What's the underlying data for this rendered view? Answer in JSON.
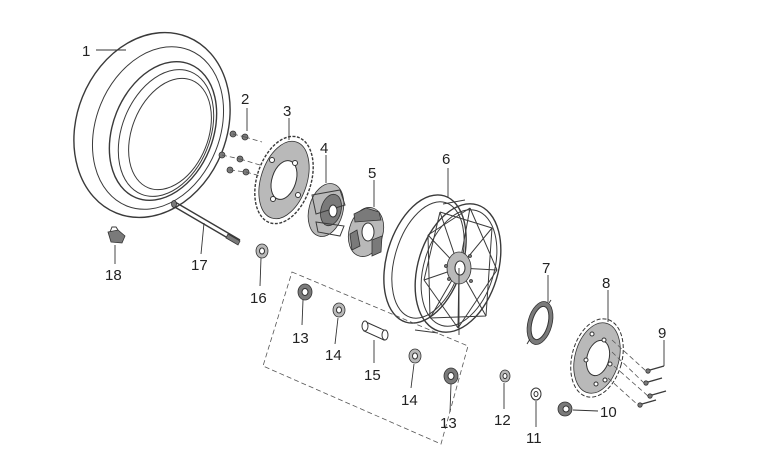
{
  "diagram": {
    "callouts": [
      {
        "id": "1",
        "text": "1"
      },
      {
        "id": "2",
        "text": "2"
      },
      {
        "id": "3",
        "text": "3"
      },
      {
        "id": "4",
        "text": "4"
      },
      {
        "id": "5",
        "text": "5"
      },
      {
        "id": "6",
        "text": "6"
      },
      {
        "id": "7",
        "text": "7"
      },
      {
        "id": "8",
        "text": "8"
      },
      {
        "id": "9",
        "text": "9"
      },
      {
        "id": "10",
        "text": "10"
      },
      {
        "id": "11",
        "text": "11"
      },
      {
        "id": "12",
        "text": "12"
      },
      {
        "id": "13a",
        "text": "13"
      },
      {
        "id": "13b",
        "text": "13"
      },
      {
        "id": "14a",
        "text": "14"
      },
      {
        "id": "14b",
        "text": "14"
      },
      {
        "id": "15",
        "text": "15"
      },
      {
        "id": "16",
        "text": "16"
      },
      {
        "id": "17",
        "text": "17"
      },
      {
        "id": "18",
        "text": "18"
      }
    ]
  }
}
